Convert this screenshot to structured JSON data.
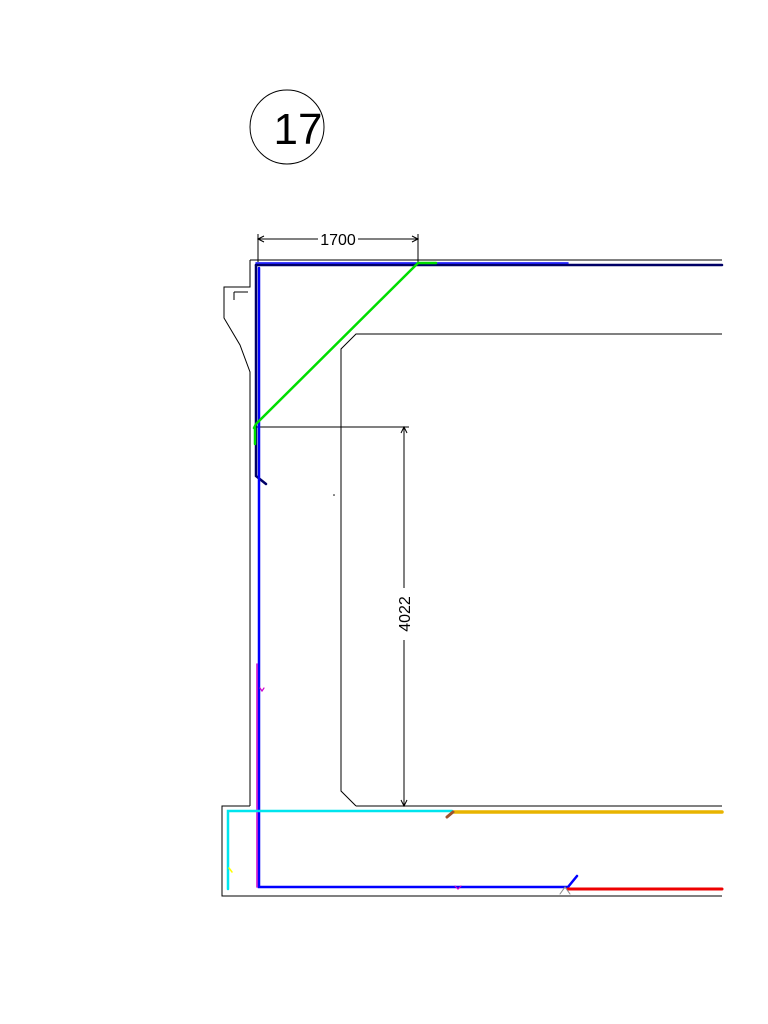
{
  "drawing": {
    "detail_label": "17",
    "dimensions": {
      "horizontal_1700": "1700",
      "vertical_4022": "4022"
    }
  },
  "colors": {
    "outline": "#000000",
    "rebar_blue": "#0000ff",
    "rebar_navy": "#000066",
    "rebar_green": "#00dd00",
    "rebar_cyan": "#00e5ee",
    "rebar_orange": "#e8b400",
    "rebar_red": "#ee0000",
    "rebar_magenta": "#cc00cc",
    "rebar_brown": "#a0522d",
    "mark_yellow": "#ffff00"
  }
}
